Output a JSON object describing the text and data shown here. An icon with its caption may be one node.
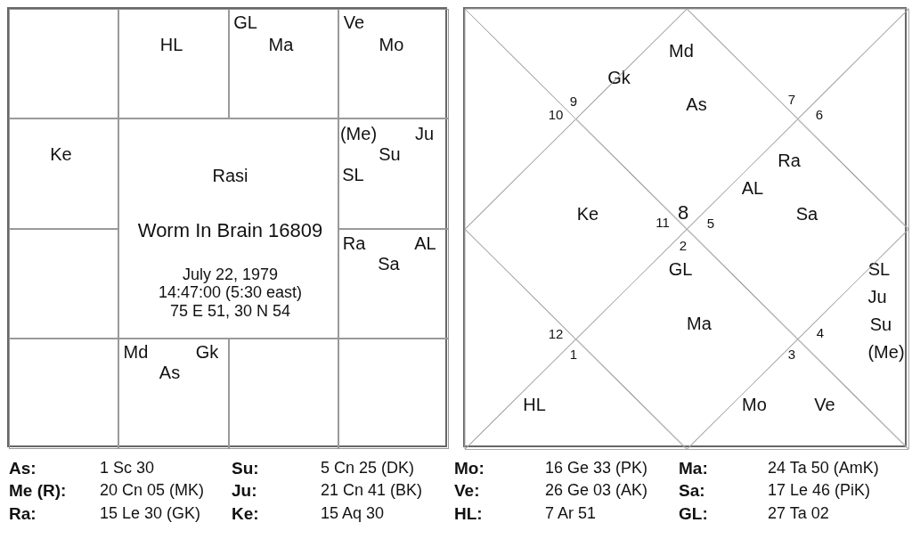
{
  "diagram": {
    "nodes": [
      {
        "text": [],
        "shape": "box"
      },
      {
        "text": [],
        "shape": "box",
        "in": 0
      },
      {
        "text": [
          "HL"
        ],
        "in": 0
      },
      {
        "text": [
          "GL",
          "Ma"
        ],
        "in": 0
      },
      {
        "text": [
          "Ve",
          "Mo"
        ],
        "in": 0
      },
      {
        "text": [
          "Ke"
        ],
        "in": 0
      },
      {
        "text": [
          "Rasi",
          "Worm In Brain 16809",
          "July 22, 1979 14:47:00 (5:30 east) 75 E 51, 30 N 54"
        ],
        "in": 0
      },
      {
        "text": [
          "(Me)",
          "Ju",
          "Su",
          "SL"
        ],
        "in": 0
      },
      {
        "text": [],
        "shape": "box",
        "in": 0
      },
      {
        "text": [
          "Ra",
          "AL",
          "Sa"
        ],
        "in": 0
      },
      {
        "text": [],
        "shape": "box",
        "in": 0
      },
      {
        "text": [
          "Md",
          "Gk",
          "As"
        ],
        "in": 0
      },
      {
        "text": [],
        "shape": "box",
        "in": 0
      },
      {
        "text": [],
        "shape": "box",
        "in": 0
      },
      {
        "text": [],
        "shape": "box"
      },
      {
        "text": [
          "Md",
          "Gk",
          "As",
          "8"
        ],
        "in": 14
      },
      {
        "text": [
          "9"
        ],
        "in": 14
      },
      {
        "text": [
          "10"
        ],
        "in": 14
      },
      {
        "text": [
          "Ke",
          "11"
        ],
        "in": 14
      },
      {
        "text": [
          "12"
        ],
        "in": 14
      },
      {
        "text": [
          "1",
          "HL"
        ],
        "in": 14
      },
      {
        "text": [
          "2",
          "GL",
          "Ma"
        ],
        "in": 14
      },
      {
        "text": [
          "3",
          "Mo",
          "Ve"
        ],
        "in": 14
      },
      {
        "text": [
          "SL",
          "Ju",
          "Su",
          "4",
          "(Me)"
        ],
        "in": 14
      },
      {
        "text": [
          "Ra",
          "AL",
          "Sa",
          "5"
        ],
        "in": 14
      },
      {
        "text": [
          "6"
        ],
        "in": 14
      },
      {
        "text": [
          "7"
        ],
        "in": 14
      }
    ],
    "edges": [],
    "labels": [
      "As:",
      "1 Sc 30",
      "Su:",
      "5 Cn 25 (DK)",
      "Mo:",
      "16 Ge 33 (PK)",
      "Ma:",
      "24 Ta 50 (AmK)",
      "Me (R):",
      "20 Cn 05 (MK)",
      "Ju:",
      "21 Cn 41 (BK)",
      "Ve:",
      "26 Ge 03 (AK)",
      "Sa:",
      "17 Le 46 (PiK)",
      "Ra:",
      "15 Le 30 (GK)",
      "Ke:",
      "15 Aq 30",
      "HL:",
      "7 Ar 51",
      "GL:",
      "27 Ta 02"
    ]
  }
}
